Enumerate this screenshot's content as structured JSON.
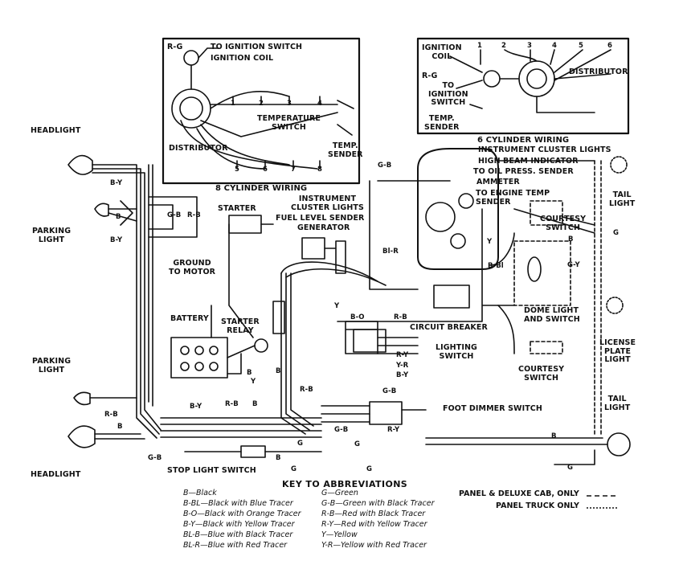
{
  "inset8": {
    "rg": "R-G",
    "to_ignition_switch": "TO IGNITION SWITCH",
    "ignition_coil": "IGNITION COIL",
    "temperature_switch": "TEMPERATURE\nSWITCH",
    "distributor": "DISTRIBUTOR",
    "temp_sender": "TEMP.\nSENDER",
    "title": "8 CYLINDER WIRING",
    "cyl_numbers": [
      "1",
      "2",
      "3",
      "4",
      "5",
      "6",
      "7",
      "8"
    ]
  },
  "inset6": {
    "ignition_coil": "IGNITION\nCOIL",
    "rg": "R-G",
    "to_ignition_switch": "TO\nIGNITION\nSWITCH",
    "temp_sender": "TEMP.\nSENDER",
    "distributor": "DISTRIBUTOR",
    "title": "6 CYLINDER WIRING",
    "cyl_numbers": [
      "1",
      "2",
      "3",
      "4",
      "5",
      "6"
    ]
  },
  "labels": {
    "headlight_top": "HEADLIGHT",
    "headlight_bottom": "HEADLIGHT",
    "parking_light_top": "PARKING\nLIGHT",
    "parking_light_bottom": "PARKING\nLIGHT",
    "starter": "STARTER",
    "instrument_cluster_lights_left": "INSTRUMENT\nCLUSTER LIGHTS",
    "fuel_level_sender": "FUEL LEVEL SENDER",
    "generator": "GENERATOR",
    "ground_to_motor": "GROUND\nTO MOTOR",
    "battery": "BATTERY",
    "starter_relay": "STARTER\nRELAY",
    "instrument_cluster_lights_right": "INSTRUMENT CLUSTER LIGHTS",
    "high_beam_indicator": "HIGH BEAM INDICATOR",
    "to_oil_press_sender": "TO OIL PRESS. SENDER",
    "ammeter": "AMMETER",
    "to_engine_temp_sender": "TO ENGINE TEMP\nSENDER",
    "tail_light_top": "TAIL\nLIGHT",
    "courtesy_switch_top": "COURTESY\nSWITCH",
    "dome_light_and_switch": "DOME LIGHT\nAND SWITCH",
    "courtesy_switch_bottom": "COURTESY\nSWITCH",
    "license_plate_light": "LICENSE\nPLATE\nLIGHT",
    "tail_light_bottom": "TAIL\nLIGHT",
    "circuit_breaker": "CIRCUIT BREAKER",
    "lighting_switch": "LIGHTING\nSWITCH",
    "foot_dimmer_switch": "FOOT DIMMER SWITCH",
    "stop_light_switch": "STOP LIGHT SWITCH"
  },
  "wire_codes": {
    "by_1": "B-Y",
    "b_1": "B",
    "gb_1": "G-B",
    "rb_1": "R-B",
    "by_2": "B-Y",
    "gb_top": "G-B",
    "blr": "Bl-R",
    "y_top": "Y",
    "bbl": "B-Bl",
    "gy": "G-Y",
    "b_right": "B",
    "g_right": "G",
    "bo": "B-O",
    "y_mid": "Y",
    "rb_mid": "R-B",
    "ry": "R-Y",
    "yr": "Y-R",
    "by_mid": "B-Y",
    "by_left": "B-Y",
    "rb_left": "R-B",
    "b_left": "B",
    "rb_low": "R-B",
    "b_low": "B",
    "rb_bot": "R-B",
    "b_bot": "B",
    "y_low": "Y",
    "b_low2": "B",
    "gb_dim": "G-B",
    "gb_dim2": "G-B",
    "ry_dim": "R-Y",
    "g_dim": "G",
    "g_bot": "G",
    "gb_bot": "G-B",
    "b_tail": "B",
    "g_tail": "G",
    "g_stop": "G",
    "b_stop": "B",
    "g_stop2": "G"
  },
  "key": {
    "title": "KEY TO ABBREVIATIONS",
    "left": [
      "B—Black",
      "B-BL—Black with Blue Tracer",
      "B-O—Black with Orange Tracer",
      "B-Y—Black with Yellow Tracer",
      "BL-B—Blue with Black Tracer",
      "BL-R—Blue with Red Tracer"
    ],
    "right": [
      "G—Green",
      "G-B—Green with Black Tracer",
      "R-B—Red with Black Tracer",
      "R-Y—Red with Yellow Tracer",
      "Y—Yellow",
      "Y-R—Yellow with Red Tracer"
    ]
  },
  "legend": {
    "panel_deluxe": "PANEL & DELUXE CAB, ONLY",
    "panel_truck": "PANEL TRUCK ONLY"
  }
}
